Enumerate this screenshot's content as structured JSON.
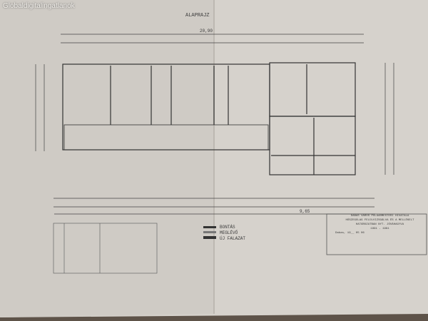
{
  "watermark": "Globaldigitalingatlanok",
  "plan": {
    "title": "ALAPRAJZ",
    "overall_width": "20,90",
    "overall_depth": "9,65"
  },
  "legend": {
    "items": [
      "BONTÁS",
      "MEGLÉVŐ",
      "ÚJ FALAZAT"
    ]
  },
  "stamp": {
    "office": "DABAS VÁROS POLGÁRMESTERI HIVATALA",
    "line1": "HÓSZEGÚLAG FELÜLVIZSGÁLVA ÉS A MELLÉKELT",
    "line2": "HATÁROZATBAN NYT. JÓVÁHAGYVA",
    "date": "1991 - 1991",
    "sign": "Dabas, 19__ 05 06"
  },
  "colors": {
    "paper": "#d9d5cf",
    "ink": "#3a3a3a"
  }
}
